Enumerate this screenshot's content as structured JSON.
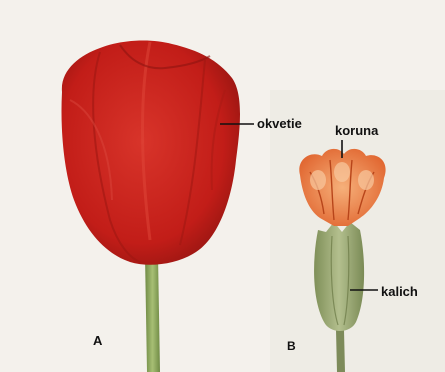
{
  "labels": {
    "okvetie": "okvetie",
    "koruna": "koruna",
    "kalich": "kalich",
    "panel_a": "A",
    "panel_b": "B"
  },
  "colors": {
    "background": "#f4f1ec",
    "tulip_red": "#c8201c",
    "tulip_dark": "#8e1410",
    "stem_green": "#8fa860",
    "corolla_orange": "#e8743a",
    "calyx_green": "#9aa974",
    "leader_line": "#111111"
  }
}
